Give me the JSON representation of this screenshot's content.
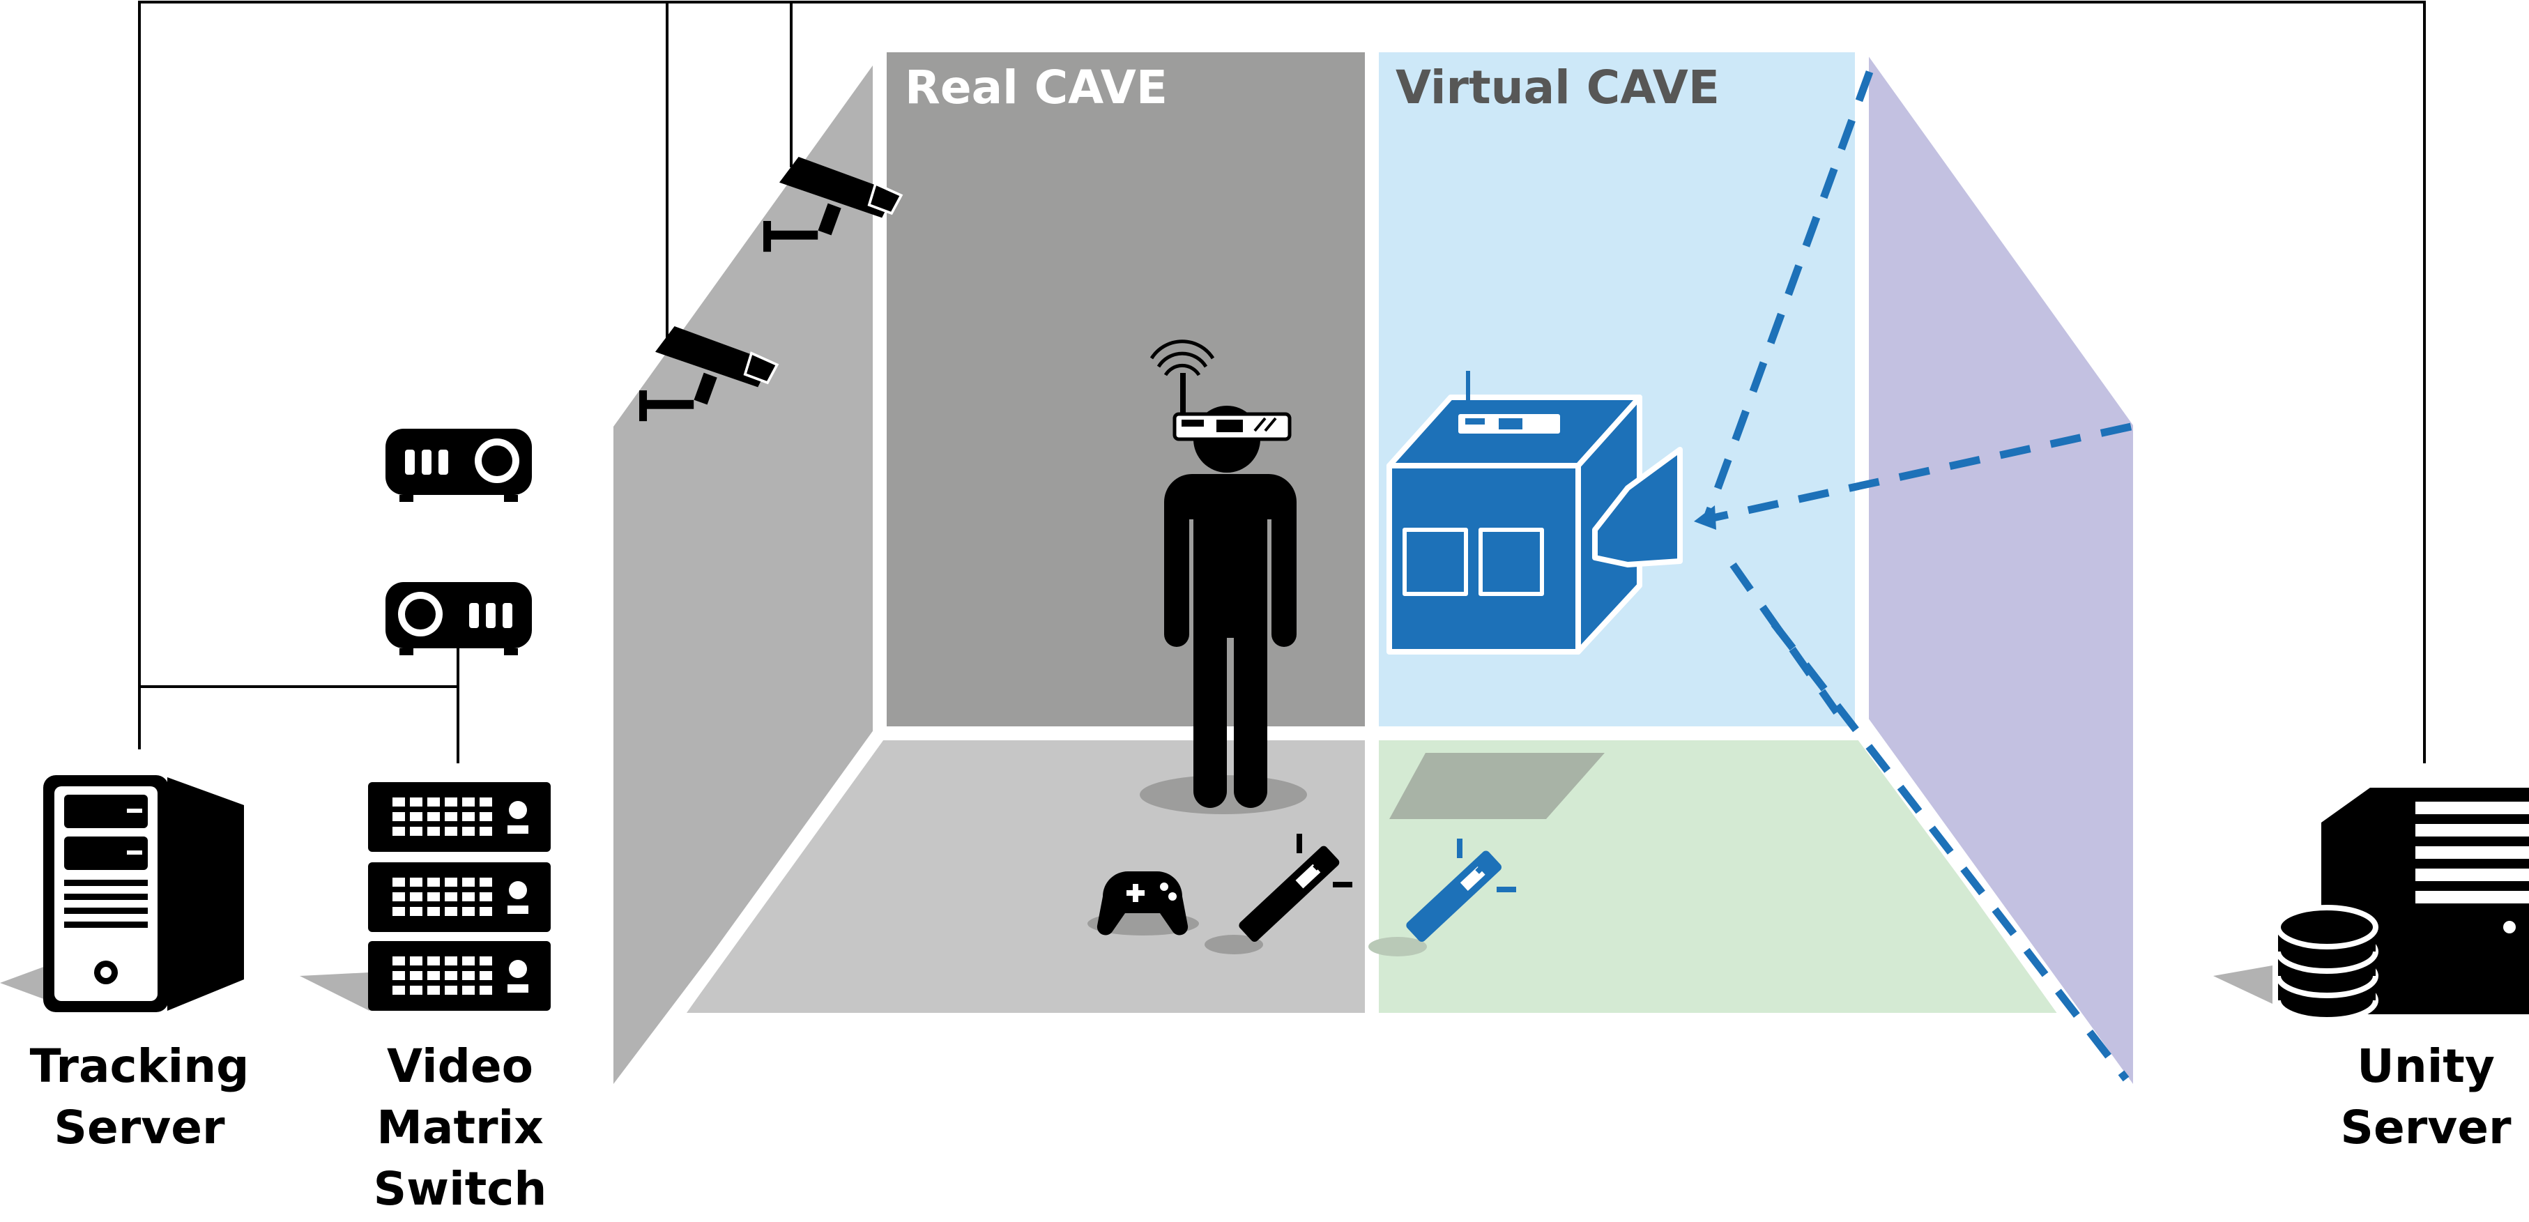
{
  "panels": {
    "real": {
      "title": "Real CAVE"
    },
    "virtual": {
      "title": "Virtual CAVE"
    }
  },
  "devices": {
    "tracking_server": {
      "line1": "Tracking",
      "line2": "Server"
    },
    "video_matrix_switch": {
      "line1": "Video",
      "line2": "Matrix",
      "line3": "Switch"
    },
    "unity_server": {
      "line1": "Unity",
      "line2": "Server"
    }
  },
  "colors": {
    "left_wall": "#b2b2b2",
    "back_wall_real": "#9d9d9c",
    "floor_real": "#c6c6c6",
    "back_wall_virtual": "#cde8f8",
    "floor_virtual": "#d4ead3",
    "right_wall_virtual": "#c3c1e1",
    "virtual_blue": "#1d71b8",
    "ink": "#000000"
  }
}
